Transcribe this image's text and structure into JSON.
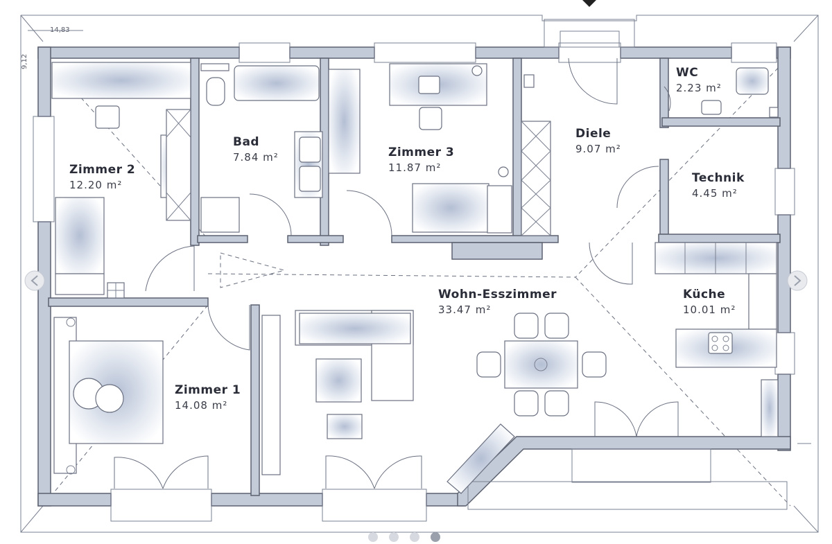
{
  "plan": {
    "dimensions": {
      "width_label": "14,83",
      "depth_label": "9,12"
    },
    "rooms": [
      {
        "id": "zimmer2",
        "name": "Zimmer 2",
        "area": "12.20 m²"
      },
      {
        "id": "bad",
        "name": "Bad",
        "area": "7.84 m²"
      },
      {
        "id": "zimmer3",
        "name": "Zimmer 3",
        "area": "11.87 m²"
      },
      {
        "id": "diele",
        "name": "Diele",
        "area": "9.07 m²"
      },
      {
        "id": "wc",
        "name": "WC",
        "area": "2.23 m²"
      },
      {
        "id": "technik",
        "name": "Technik",
        "area": "4.45 m²"
      },
      {
        "id": "kueche",
        "name": "Küche",
        "area": "10.01 m²"
      },
      {
        "id": "wohn",
        "name": "Wohn-Esszimmer",
        "area": "33.47 m²"
      },
      {
        "id": "zimmer1",
        "name": "Zimmer 1",
        "area": "14.08 m²"
      }
    ]
  },
  "carousel": {
    "slide_count": 4,
    "active_index": 3
  },
  "colors": {
    "wall": "#c4cbd8",
    "wall_outline": "#5c6170",
    "line": "#6a7080",
    "text": "#2a2d38",
    "shade": "#b9c3d6"
  }
}
